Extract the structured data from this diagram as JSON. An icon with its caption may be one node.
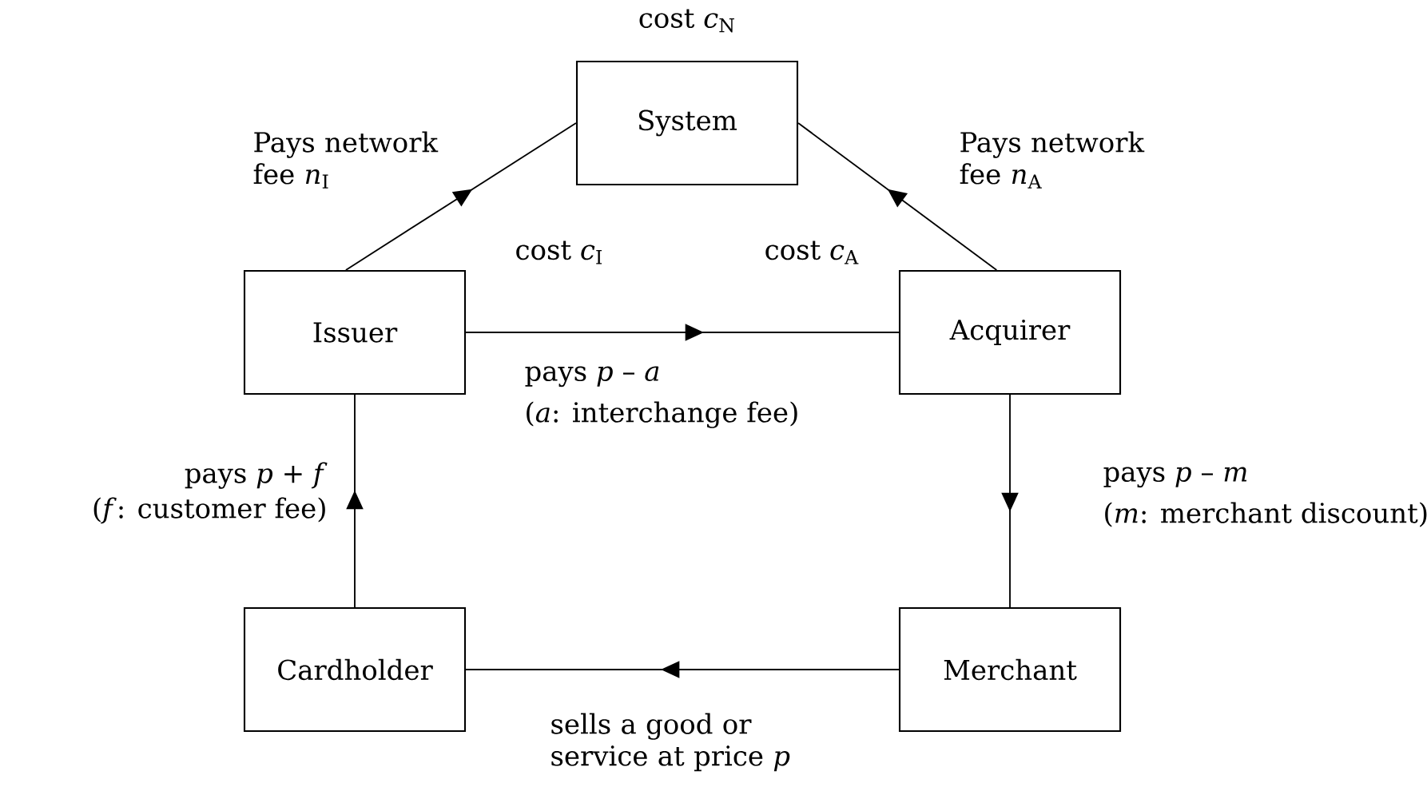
{
  "diagram": {
    "nodes": [
      {
        "text": [
          "System"
        ],
        "beside": [
          "cost *c*$_{N}$"
        ]
      },
      {
        "text": [
          "Issuer"
        ],
        "beside": [
          "cost *c*$_{I}$"
        ]
      },
      {
        "text": [
          "Acquirer"
        ],
        "beside": [
          "cost *c*$_{A}$"
        ]
      },
      {
        "text": [
          "Cardholder"
        ]
      },
      {
        "text": [
          "Merchant"
        ]
      }
    ],
    "edges": [
      {
        "from": 1,
        "to": 0,
        "arrow": "to",
        "label": "Pays network fee *n*$_{I}$"
      },
      {
        "from": 2,
        "to": 0,
        "arrow": "to",
        "label": "Pays network fee *n*$_{A}$"
      },
      {
        "from": 1,
        "to": 2,
        "arrow": "to",
        "label": "pays *p* – *a*"
      },
      {
        "from": 3,
        "to": 1,
        "arrow": "to",
        "label": "pays *p* + *f*"
      },
      {
        "from": 2,
        "to": 4,
        "arrow": "to",
        "label": "pays *p* – *m*"
      },
      {
        "from": 4,
        "to": 3,
        "arrow": "to",
        "label": "sells a good or service at price *p*"
      }
    ],
    "labels": [
      "(*a*: interchange fee)",
      "(*f*: customer fee)",
      "(*m*: merchant discount)"
    ]
  }
}
